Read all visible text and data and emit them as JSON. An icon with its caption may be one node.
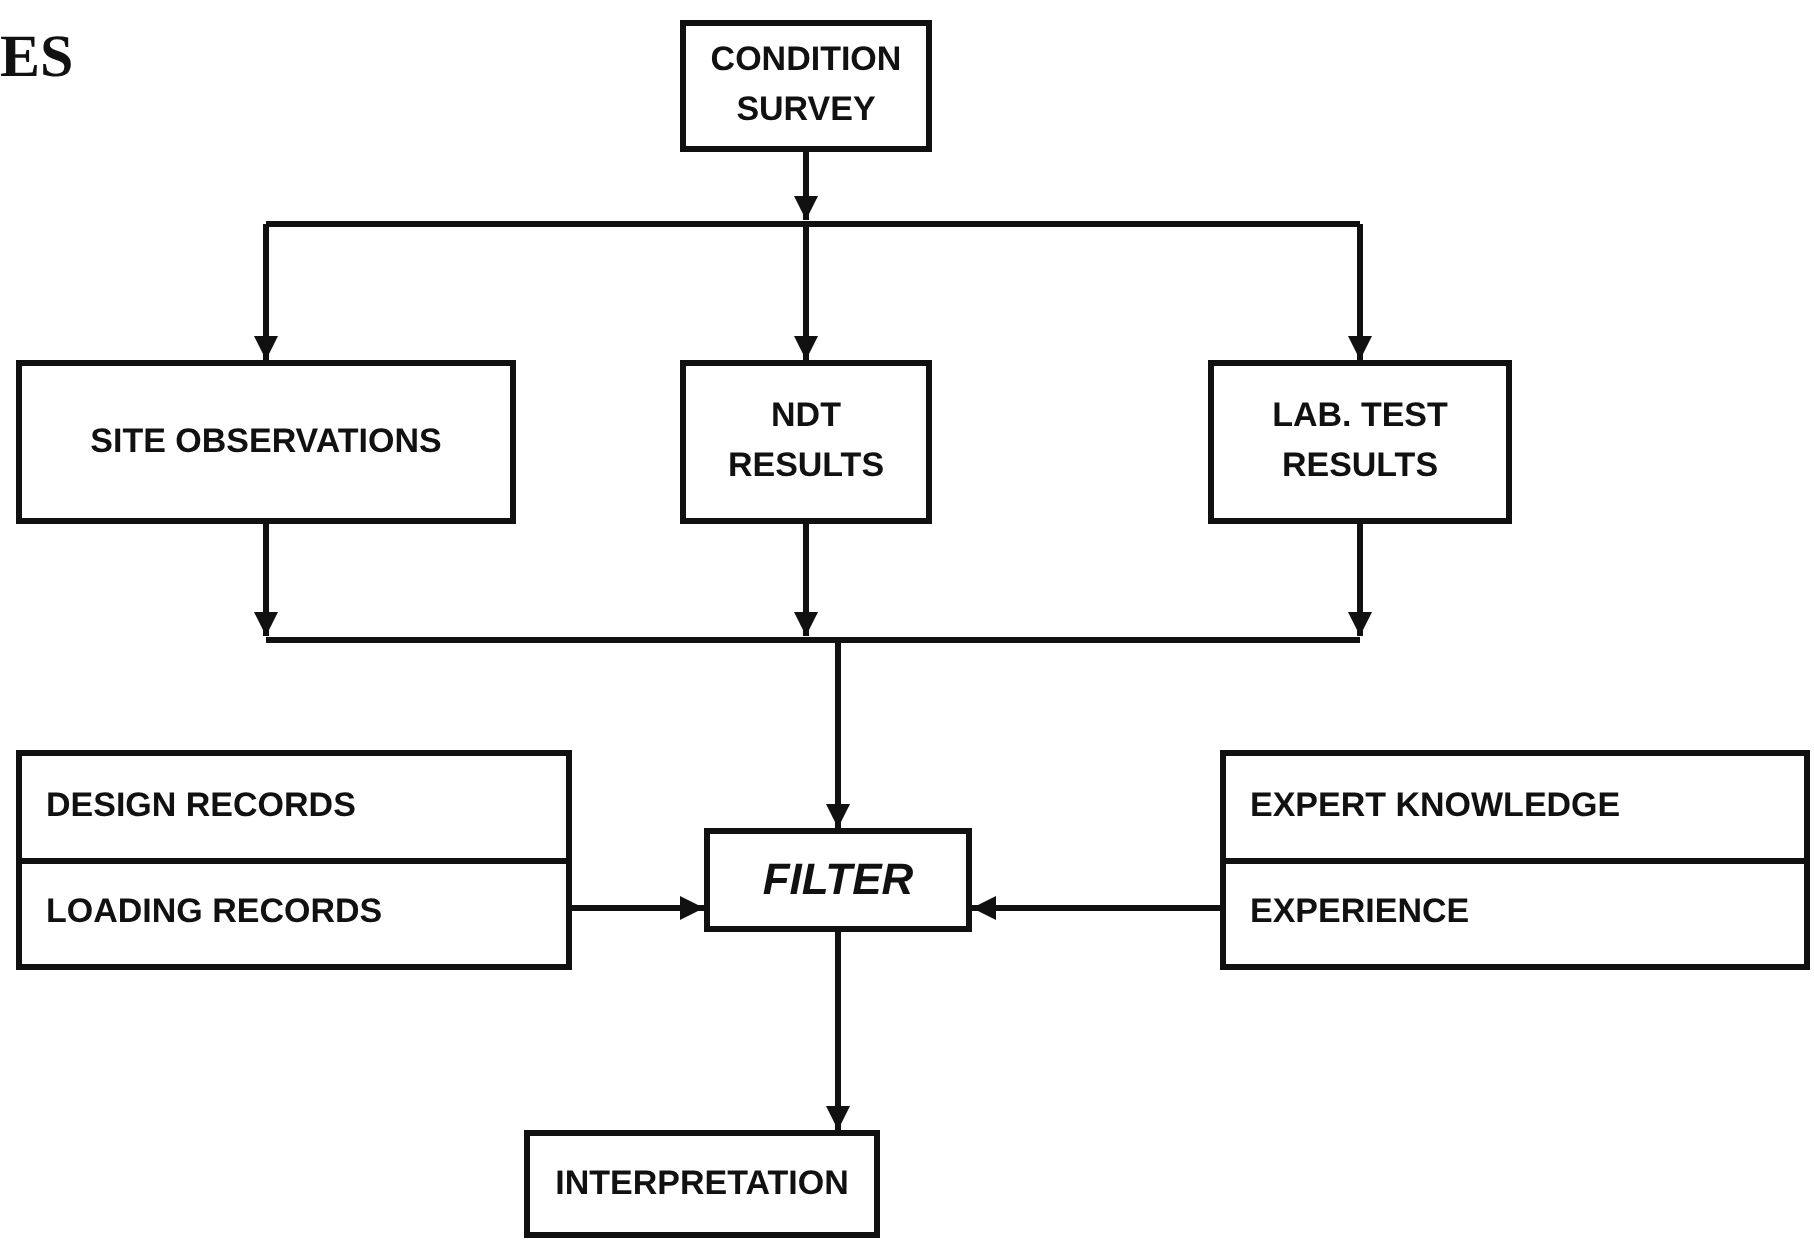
{
  "diagram": {
    "nodes": [
      {
        "text": [
          "CONDITION SURVEY"
        ]
      },
      {
        "text": [
          "SITE OBSERVATIONS"
        ]
      },
      {
        "text": [
          "NDT RESULTS"
        ]
      },
      {
        "text": [
          "LAB. TEST RESULTS"
        ]
      },
      {
        "text": [
          "DESIGN RECORDS",
          "LOADING RECORDS"
        ]
      },
      {
        "text": [
          "FILTER"
        ]
      },
      {
        "text": [
          "EXPERT KNOWLEDGE",
          "EXPERIENCE"
        ]
      },
      {
        "text": [
          "INTERPRETATION"
        ]
      }
    ],
    "edges": [
      {
        "from": 0,
        "to": 1,
        "arrow": "to"
      },
      {
        "from": 0,
        "to": 2,
        "arrow": "to"
      },
      {
        "from": 0,
        "to": 3,
        "arrow": "to"
      },
      {
        "from": 1,
        "to": 5,
        "arrow": "to"
      },
      {
        "from": 2,
        "to": 5,
        "arrow": "to"
      },
      {
        "from": 3,
        "to": 5,
        "arrow": "to"
      },
      {
        "from": 4,
        "to": 5,
        "arrow": "to"
      },
      {
        "from": 6,
        "to": 5,
        "arrow": "to"
      },
      {
        "from": 5,
        "to": 7,
        "arrow": "to"
      }
    ],
    "labels": [
      "ES"
    ]
  }
}
